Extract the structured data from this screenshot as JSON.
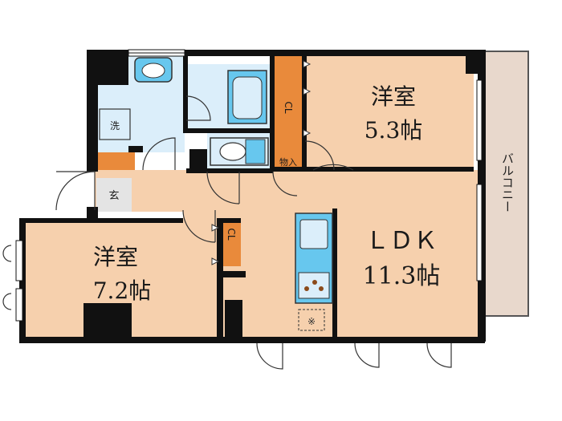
{
  "colors": {
    "room_fill": "#f6d0ad",
    "wet_fill": "#dbeefa",
    "closet_fill": "#e98a3b",
    "balcony_fill": "#e8d8cc",
    "wall": "#111111",
    "fixture_blue": "#67c7ee"
  },
  "rooms": {
    "western_room_1": {
      "name": "洋室",
      "size": "5.3帖"
    },
    "ldk": {
      "name": "ＬＤＫ",
      "size": "11.3帖"
    },
    "western_room_2": {
      "name": "洋室",
      "size": "7.2帖"
    },
    "balcony": {
      "name": "バルコニー"
    },
    "entrance": {
      "name": "玄"
    },
    "washer": {
      "name": "洗"
    },
    "storage": {
      "name": "物入"
    },
    "closet_upper": {
      "name": "CL"
    },
    "closet_lower": {
      "name": "CL"
    }
  },
  "icons": {
    "toilet": "toilet-icon",
    "bathtub": "bathtub-icon",
    "sink": "kitchen-sink-icon",
    "stove": "stove-icon",
    "washbasin": "washbasin-icon",
    "fridge": "refrigerator-space-icon"
  }
}
